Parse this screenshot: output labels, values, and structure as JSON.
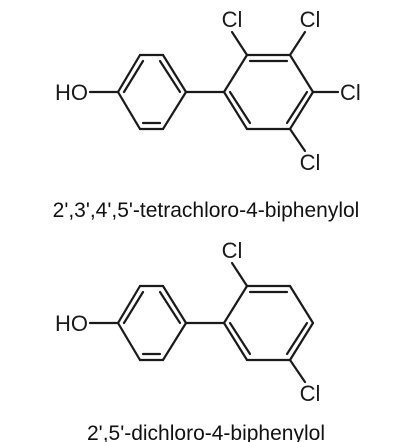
{
  "molecules": [
    {
      "name": "2',3',4',5'-tetrachloro-4-biphenylol",
      "labels": {
        "oh": "HO",
        "cl_2": "Cl",
        "cl_3": "Cl",
        "cl_4": "Cl",
        "cl_5": "Cl"
      }
    },
    {
      "name": "2',5'-dichloro-4-biphenylol",
      "labels": {
        "oh": "HO",
        "cl_2": "Cl",
        "cl_5": "Cl"
      }
    }
  ]
}
